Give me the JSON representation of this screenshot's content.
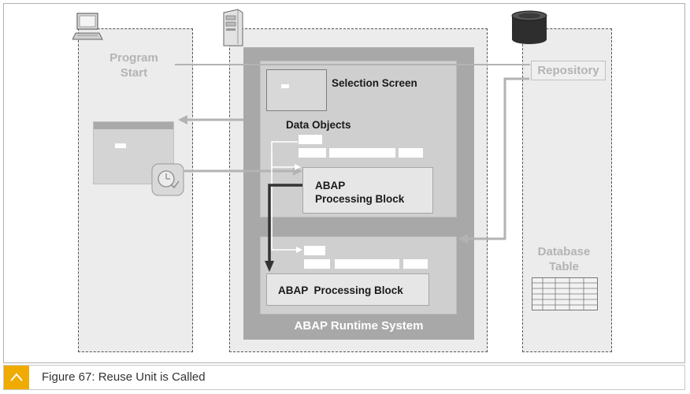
{
  "left_column": {
    "label_line1": "Program",
    "label_line2": "Start"
  },
  "runtime": {
    "selection_screen_label": "Selection Screen",
    "data_objects_label": "Data Objects",
    "upper_block_line1": "ABAP",
    "upper_block_line2": "Processing Block",
    "lower_block_label": "ABAP  Processing Block",
    "system_label": "ABAP Runtime System"
  },
  "right_column": {
    "repository_label": "Repository",
    "table_label_line1": "Database",
    "table_label_line2": "Table"
  },
  "icons": [
    "computer-icon",
    "server-icon",
    "database-icon",
    "clock-icon",
    "chevron-up-icon"
  ],
  "colors": {
    "accent": "#f0ab00",
    "runtime_border": "#a8a8a8",
    "panel": "#cfcfcf"
  },
  "caption": {
    "text": "Figure 67: Reuse Unit is Called"
  }
}
